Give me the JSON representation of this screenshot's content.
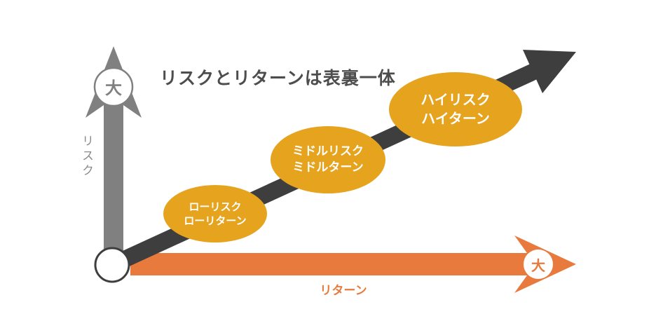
{
  "title": "リスクとリターンは表裏一体",
  "colors": {
    "amber": "#E5A31E",
    "orange": "#E87A3E",
    "gray": "#808080",
    "dark_gray": "#3E3E3E",
    "title_color": "#4D4D4D",
    "risk_label_color": "#8A8A8A",
    "white": "#FFFFFF"
  },
  "risk_axis": {
    "label": "リスク",
    "max_label": "大"
  },
  "return_axis": {
    "label": "リターン",
    "max_label": "大"
  },
  "bubbles": [
    {
      "line1": "ローリスク",
      "line2": "ローリターン"
    },
    {
      "line1": "ミドルリスク",
      "line2": "ミドルターン"
    },
    {
      "line1": "ハイリスク",
      "line2": "ハイターン"
    }
  ]
}
